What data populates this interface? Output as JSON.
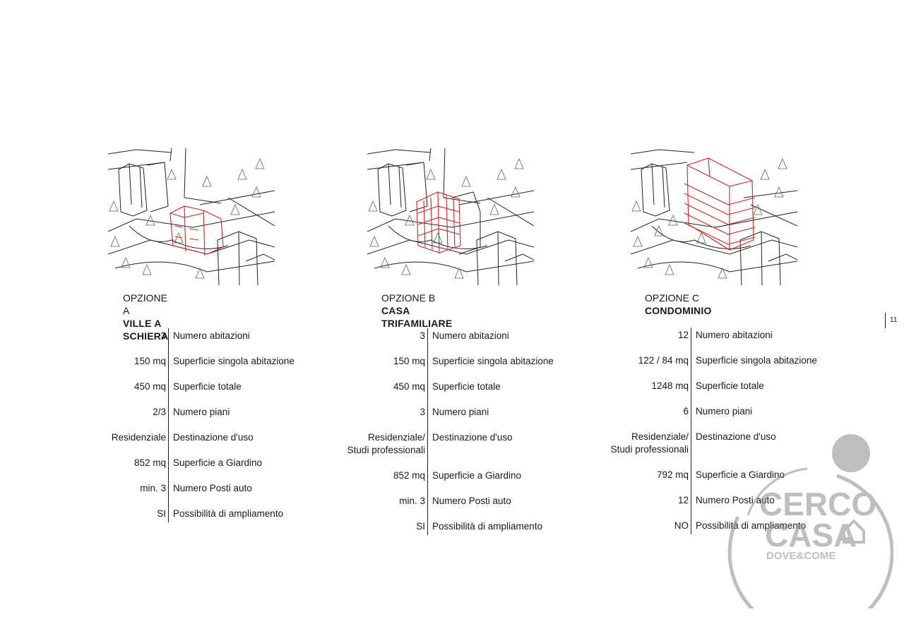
{
  "page_number": "11",
  "options": [
    {
      "label": "OPZIONE A",
      "title": "VILLE A SCHIERA",
      "specs": [
        {
          "value": "3",
          "label": "Numero abitazioni"
        },
        {
          "value": "150 mq",
          "label": "Superficie singola abitazione"
        },
        {
          "value": "450 mq",
          "label": "Superficie totale"
        },
        {
          "value": "2/3",
          "label": "Numero piani"
        },
        {
          "value": "Residenziale",
          "value2": "",
          "label": "Destinazione d'uso"
        },
        {
          "value": "852 mq",
          "label": "Superficie a Giardino"
        },
        {
          "value": "min. 3",
          "label": "Numero Posti auto"
        },
        {
          "value": "SI",
          "label": "Possibilità di ampliamento"
        }
      ]
    },
    {
      "label": "OPZIONE B",
      "title": "CASA TRIFAMILIARE",
      "specs": [
        {
          "value": "3",
          "label": "Numero abitazioni"
        },
        {
          "value": "150 mq",
          "label": "Superficie singola abitazione"
        },
        {
          "value": "450 mq",
          "label": "Superficie totale"
        },
        {
          "value": "3",
          "label": "Numero piani"
        },
        {
          "value": "Residenziale/",
          "value2": "Studi professionali",
          "label": "Destinazione d'uso"
        },
        {
          "value": "852 mq",
          "label": "Superficie a Giardino"
        },
        {
          "value": "min. 3",
          "label": "Numero Posti auto"
        },
        {
          "value": "SI",
          "label": "Possibilità di ampliamento"
        }
      ]
    },
    {
      "label": "OPZIONE C",
      "title": "CONDOMINIO",
      "specs": [
        {
          "value": "12",
          "label": "Numero abitazioni"
        },
        {
          "value": "122 / 84 mq",
          "label": "Superficie singola abitazione"
        },
        {
          "value": "1248 mq",
          "label": "Superficie totale"
        },
        {
          "value": "6",
          "label": "Numero piani"
        },
        {
          "value": "Residenziale/",
          "value2": "Studi professionali",
          "label": "Destinazione d'uso"
        },
        {
          "value": "792 mq",
          "label": "Superficie a Giardino"
        },
        {
          "value": "12",
          "label": "Numero Posti auto"
        },
        {
          "value": "NO",
          "label": "Possibilità di ampliamento"
        }
      ]
    }
  ],
  "watermark": {
    "line1": "CERCO",
    "line2": "CASA",
    "line3": "DOVE&COME"
  },
  "colors": {
    "accent": "#c62828",
    "ink": "#1a1a1a",
    "watermark": "#8a8a8a"
  }
}
